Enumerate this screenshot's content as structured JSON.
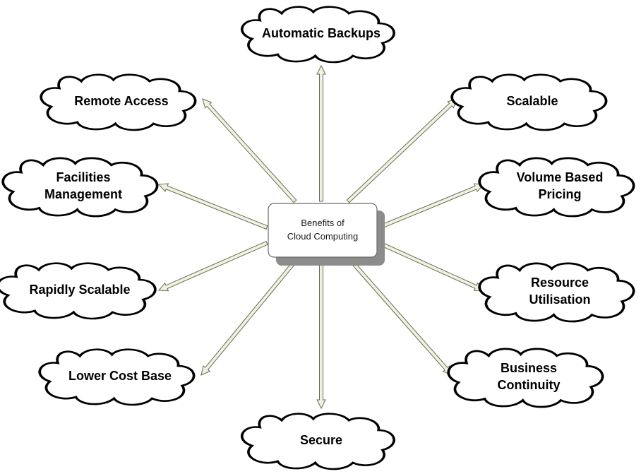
{
  "center": {
    "title_lines": [
      "Benefits of",
      "Cloud Computing"
    ]
  },
  "nodes": [
    {
      "id": "automatic-backups",
      "lines": [
        "Automatic Backups"
      ]
    },
    {
      "id": "remote-access",
      "lines": [
        "Remote Access"
      ]
    },
    {
      "id": "scalable",
      "lines": [
        "Scalable"
      ]
    },
    {
      "id": "facilities-management",
      "lines": [
        "Facilities",
        "Management"
      ]
    },
    {
      "id": "volume-based-pricing",
      "lines": [
        "Volume Based",
        "Pricing"
      ]
    },
    {
      "id": "rapidly-scalable",
      "lines": [
        "Rapidly Scalable"
      ]
    },
    {
      "id": "resource-utilisation",
      "lines": [
        "Resource",
        "Utilisation"
      ]
    },
    {
      "id": "lower-cost-base",
      "lines": [
        "Lower Cost Base"
      ]
    },
    {
      "id": "business-continuity",
      "lines": [
        "Business",
        "Continuity"
      ]
    },
    {
      "id": "secure",
      "lines": [
        "Secure"
      ]
    }
  ],
  "colors": {
    "arrow_fill": "#f1f1df",
    "arrow_stroke": "#6a6a55",
    "center_shadow": "#8c8c8c",
    "cloud_outline": "#000000"
  }
}
